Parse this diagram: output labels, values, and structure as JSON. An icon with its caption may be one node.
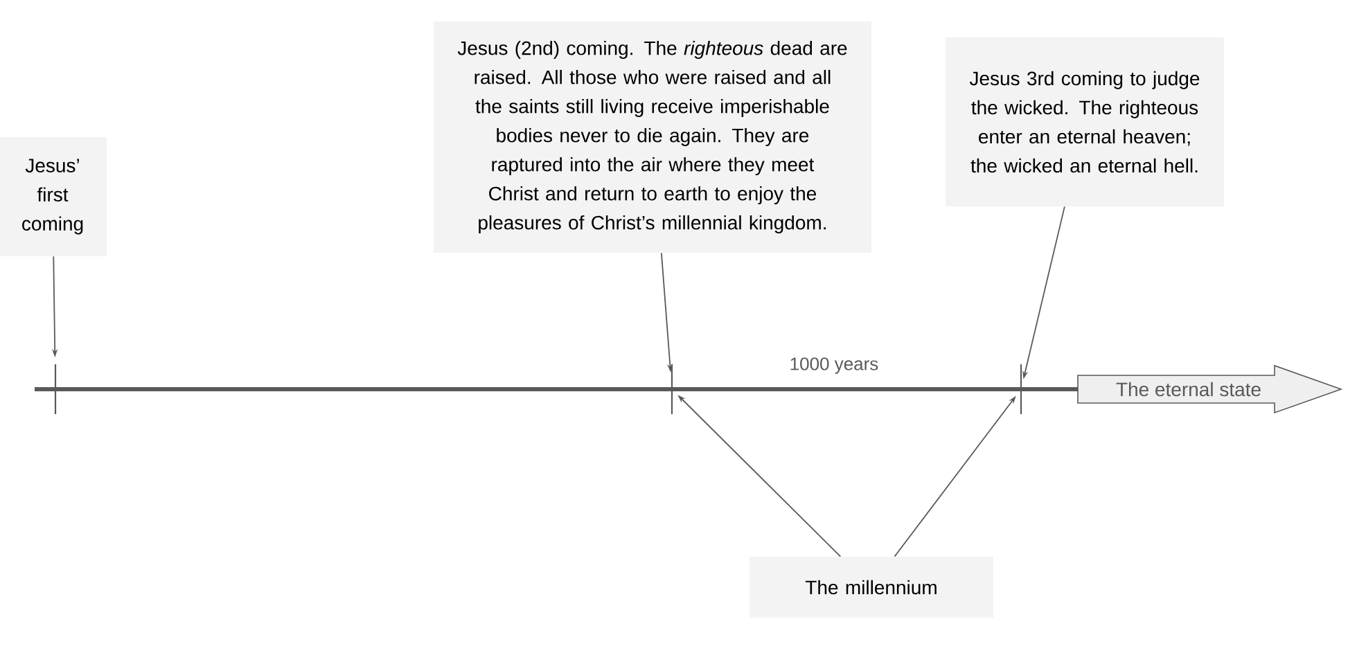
{
  "diagram": {
    "nodes": [
      {
        "text": [
          "Jesus’ first coming"
        ]
      },
      {
        "text": [
          "Jesus (2nd) coming.  The *righteous* dead are raised.  All those who were raised and all the saints still living receive imperishable bodies never to die again.  They are raptured into the air where they meet Christ and return to earth to enjoy the pleasures of Christ’s millennial kingdom."
        ]
      },
      {
        "text": [
          "Jesus 3rd coming to judge the wicked. The righteous enter an eternal heaven; the wicked an eternal hell."
        ]
      },
      {
        "text": [
          "The millennium"
        ]
      },
      {
        "text": [],
        "shape": "bar"
      },
      {
        "text": [],
        "shape": "bar"
      },
      {
        "text": [],
        "shape": "bar"
      },
      {
        "text": [
          "The eternal state"
        ]
      }
    ],
    "edges": [
      {
        "from": 0,
        "to": 4,
        "arrow": "to"
      },
      {
        "from": 1,
        "to": 5,
        "arrow": "to"
      },
      {
        "from": 2,
        "to": 6,
        "arrow": "to"
      },
      {
        "from": 3,
        "to": 5,
        "arrow": "to"
      },
      {
        "from": 3,
        "to": 6,
        "arrow": "to"
      }
    ],
    "labels": [
      "1000 years"
    ]
  }
}
